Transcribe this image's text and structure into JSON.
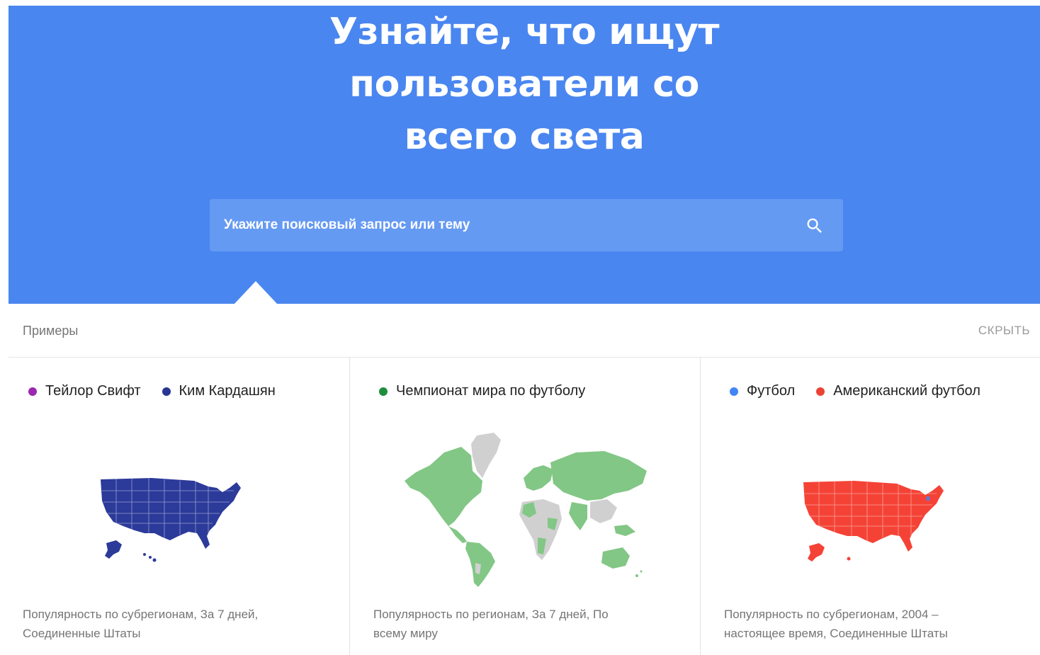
{
  "hero": {
    "title_lines": [
      "Узнайте, что ищут",
      "пользователи со",
      "всего света"
    ]
  },
  "search": {
    "placeholder": "Укажите поисковый запрос или тему",
    "icon": "search-icon"
  },
  "examples": {
    "label": "Примеры",
    "hide_label": "СКРЫТЬ"
  },
  "colors": {
    "hero_bg": "#4a86f0",
    "taylor": "#9c27b0",
    "kim": "#283593",
    "worldcup": "#1e8e3e",
    "football": "#4285f4",
    "american_football": "#ea4335",
    "map_navy": "#2c3a9a",
    "map_green": "#82c785",
    "map_gray": "#d0d0d0",
    "map_red": "#f44336"
  },
  "cards": [
    {
      "legend": [
        {
          "label": "Тейлор Свифт",
          "color": "#9c27b0"
        },
        {
          "label": "Ким Кардашян",
          "color": "#283593"
        }
      ],
      "map": "us-map-navy",
      "caption_lines": [
        "Популярность по субрегионам, За 7 дней,",
        "Соединенные Штаты"
      ]
    },
    {
      "legend": [
        {
          "label": "Чемпионат мира по футболу",
          "color": "#1e8e3e"
        }
      ],
      "map": "world-map-green",
      "caption_lines": [
        "Популярность по регионам, За 7 дней, По",
        "всему миру"
      ]
    },
    {
      "legend": [
        {
          "label": "Футбол",
          "color": "#4285f4"
        },
        {
          "label": "Американский футбол",
          "color": "#ea4335"
        }
      ],
      "map": "us-map-red",
      "caption_lines": [
        "Популярность по субрегионам, 2004 –",
        "настоящее время, Соединенные Штаты"
      ]
    }
  ]
}
